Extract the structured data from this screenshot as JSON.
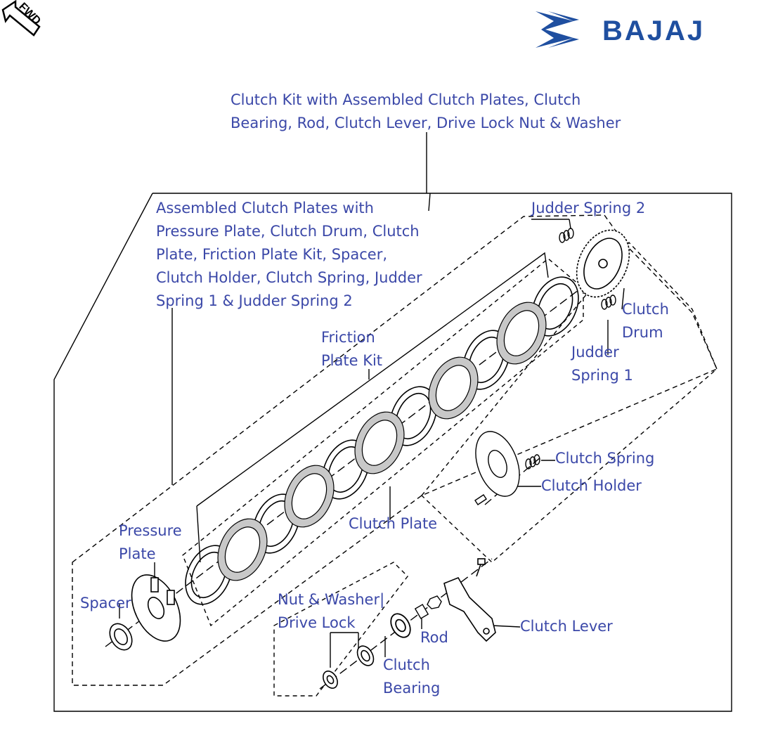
{
  "brand": {
    "name": "BAJAJ",
    "color": "#1f4fa0"
  },
  "fwd_badge": {
    "text": "FWD"
  },
  "label_color": "#3b48a8",
  "labels": {
    "clutch_kit_line1": "Clutch Kit with Assembled Clutch Plates, Clutch",
    "clutch_kit_line2": "Bearing, Rod, Clutch Lever, Drive Lock Nut & Washer",
    "assembled_line1": "Assembled Clutch Plates with",
    "assembled_line2": "Pressure Plate, Clutch Drum, Clutch",
    "assembled_line3": "Plate, Friction Plate Kit, Spacer,",
    "assembled_line4": "Clutch Holder, Clutch Spring, Judder",
    "assembled_line5": "Spring 1 & Judder Spring 2",
    "judder_spring_2": "Judder Spring 2",
    "clutch_drum_1": "Clutch",
    "clutch_drum_2": "Drum",
    "judder_spring_1_a": "Judder",
    "judder_spring_1_b": "Spring 1",
    "friction_plate_kit_1": "Friction",
    "friction_plate_kit_2": "Plate Kit",
    "clutch_spring": "Clutch Spring",
    "clutch_holder": "Clutch Holder",
    "clutch_plate": "Clutch Plate",
    "pressure_plate_1": "Pressure",
    "pressure_plate_2": "Plate",
    "spacer": "Spacer",
    "nut_washer_1": "Nut & Washer|",
    "nut_washer_2": "Drive Lock",
    "rod": "Rod",
    "clutch_lever": "Clutch Lever",
    "clutch_bearing_1": "Clutch",
    "clutch_bearing_2": "Bearing"
  }
}
